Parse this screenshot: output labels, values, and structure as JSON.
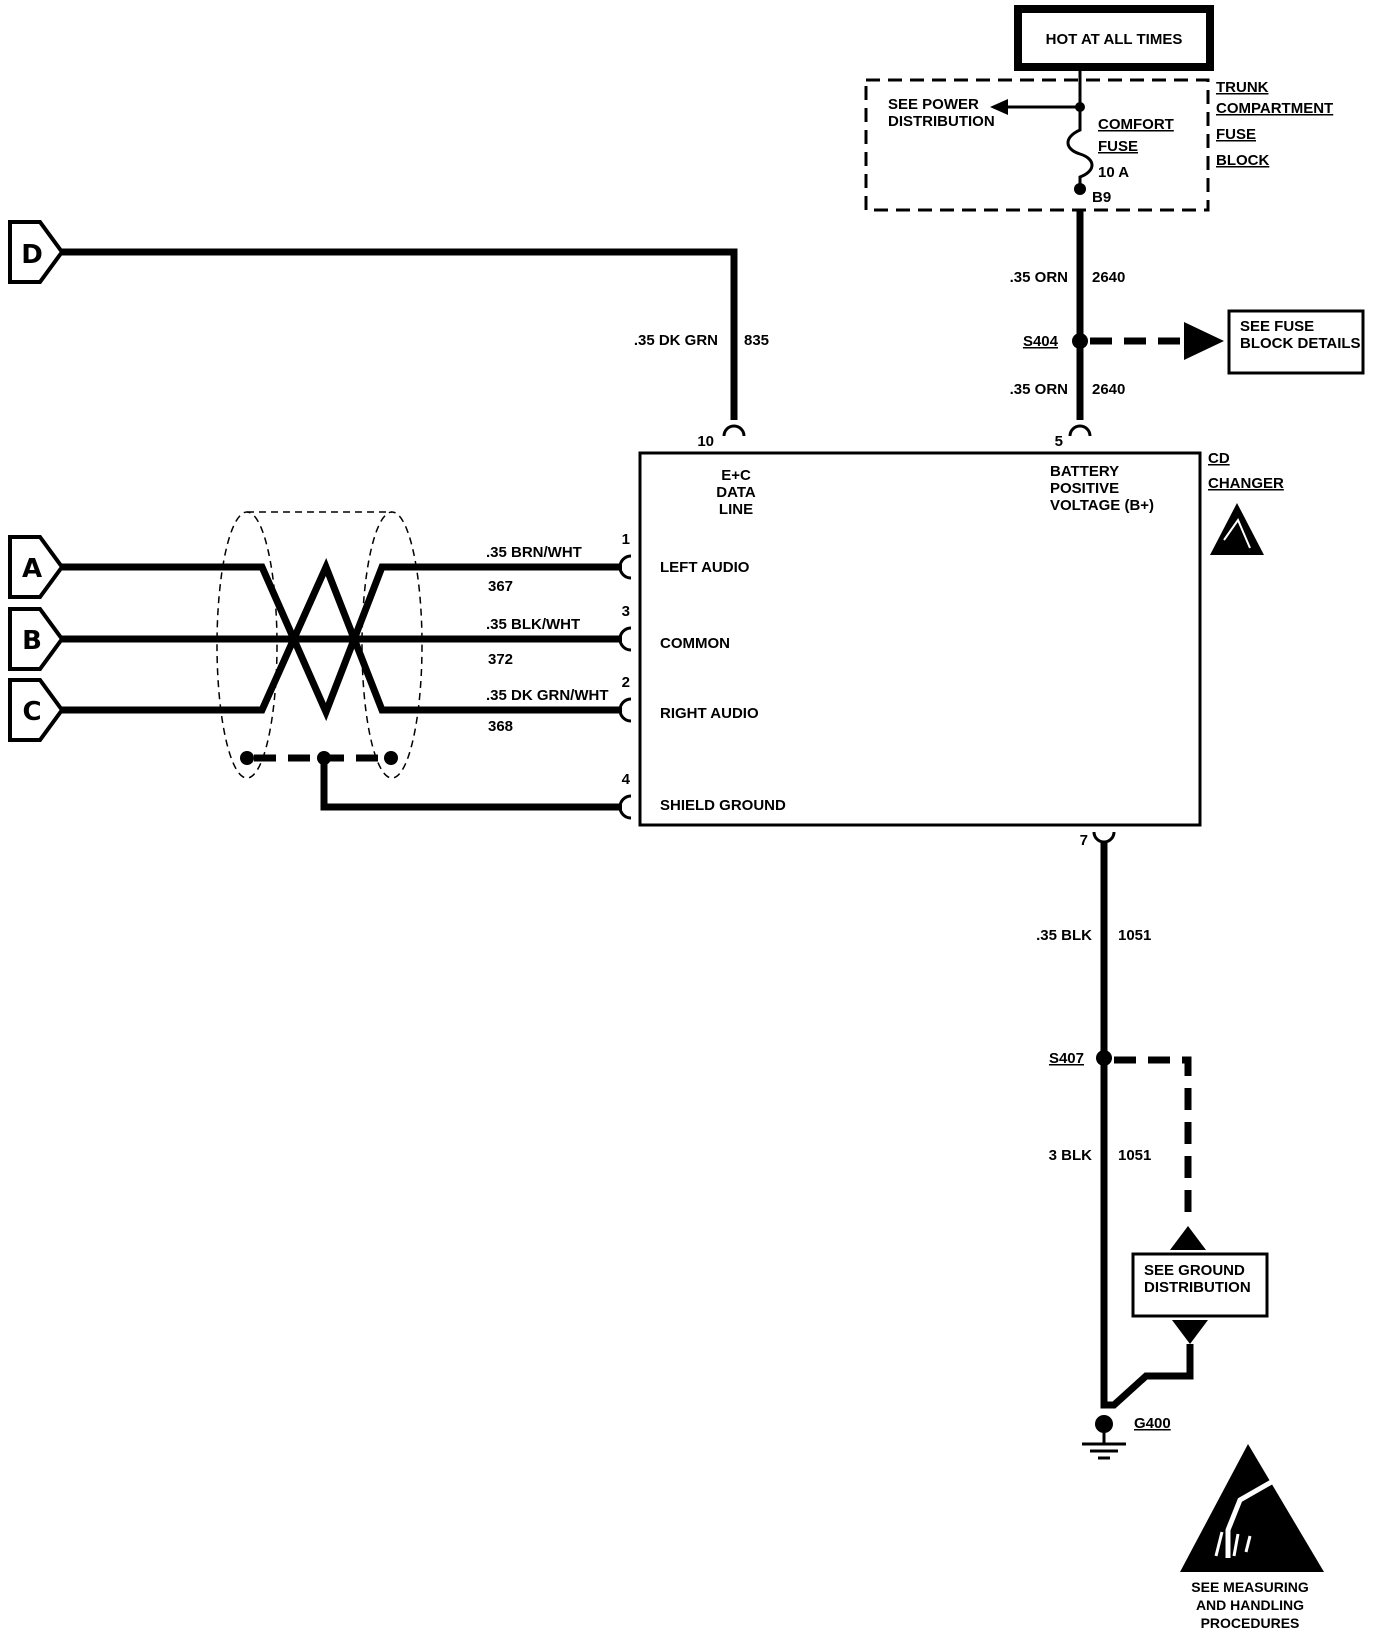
{
  "hot_label": "HOT AT ALL TIMES",
  "fuse_block": {
    "title_lines": [
      "TRUNK",
      "COMPARTMENT",
      "FUSE",
      "BLOCK"
    ],
    "see_power": [
      "SEE POWER",
      "DISTRIBUTION"
    ],
    "fuse_name": [
      "COMFORT",
      "FUSE"
    ],
    "fuse_rating": "10 A",
    "fuse_terminal": "B9"
  },
  "power_wire": {
    "top": {
      "gauge": ".35 ORN",
      "circuit": "2640"
    },
    "splice": "S404",
    "see_fuse_details": [
      "SEE FUSE",
      "BLOCK DETAILS"
    ],
    "bottom": {
      "gauge": ".35 ORN",
      "circuit": "2640"
    }
  },
  "data_wire": {
    "connector": "D",
    "gauge": ".35 DK GRN",
    "circuit": "835"
  },
  "device": {
    "name_lines": [
      "CD",
      "CHANGER"
    ],
    "pins": {
      "data": {
        "number": "10",
        "label": [
          "E+C",
          "DATA",
          "LINE"
        ]
      },
      "battery": {
        "number": "5",
        "label": [
          "BATTERY",
          "POSITIVE",
          "VOLTAGE (B+)"
        ]
      },
      "left_audio": {
        "number": "1",
        "label": "LEFT AUDIO",
        "gauge": ".35 BRN/WHT",
        "circuit": "367",
        "connector": "A"
      },
      "common": {
        "number": "3",
        "label": "COMMON",
        "gauge": ".35 BLK/WHT",
        "circuit": "372",
        "connector": "B"
      },
      "right_audio": {
        "number": "2",
        "label": "RIGHT AUDIO",
        "gauge": ".35 DK GRN/WHT",
        "circuit": "368",
        "connector": "C"
      },
      "shield_ground": {
        "number": "4",
        "label": "SHIELD GROUND"
      },
      "ground": {
        "number": "7"
      }
    }
  },
  "ground_wire": {
    "top": {
      "gauge": ".35 BLK",
      "circuit": "1051"
    },
    "splice": "S407",
    "bottom": {
      "gauge": "3 BLK",
      "circuit": "1051"
    },
    "see_ground": [
      "SEE GROUND",
      "DISTRIBUTION"
    ],
    "ground_point": "G400"
  },
  "esd_note": [
    "SEE MEASURING",
    "AND HANDLING",
    "PROCEDURES"
  ]
}
